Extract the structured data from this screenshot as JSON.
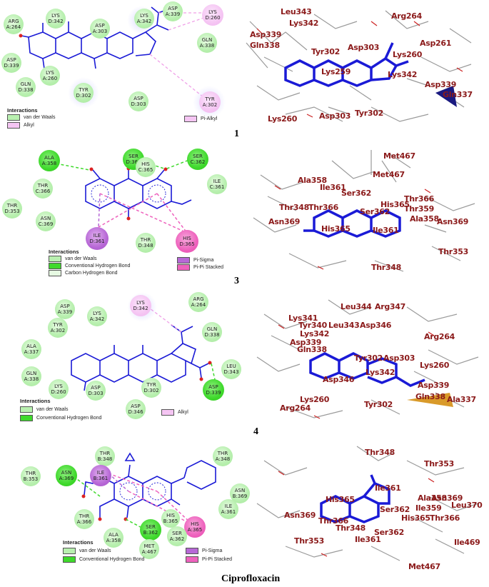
{
  "colors": {
    "ligand": "#1a1ad6",
    "vdw": "#b9f0b0",
    "hbond": "#3fd92c",
    "alkyl": "#f5c5f3",
    "pisigma": "#b768d6",
    "pipi": "#ee62bd",
    "residue_label": "#8b1a1a"
  },
  "legend_title": "Interactions",
  "legend_items": {
    "vdw": "van der Waals",
    "alkyl": "Alkyl",
    "pialkyl": "Pi-Alkyl",
    "hbond": "Conventional Hydrogen Bond",
    "chbond": "Carbon Hydrogen Bond",
    "pisigma": "Pi-Sigma",
    "pipi": "Pi-Pi Stacked"
  },
  "panels": [
    {
      "label": "1",
      "residues": [
        {
          "id": "ARG\nA:264",
          "type": "vdw"
        },
        {
          "id": "LYS\nD:342",
          "type": "vdw"
        },
        {
          "id": "ASP\nA:303",
          "type": "vdw"
        },
        {
          "id": "LYS\nA:342",
          "type": "vdw"
        },
        {
          "id": "ASP\nA:339",
          "type": "vdw"
        },
        {
          "id": "LYS\nD:260",
          "type": "alk"
        },
        {
          "id": "GLN\nA:338",
          "type": "vdw"
        },
        {
          "id": "ASP\nD:339",
          "type": "vdw"
        },
        {
          "id": "LYS\nA:260",
          "type": "vdw"
        },
        {
          "id": "GLN\nD:338",
          "type": "vdw"
        },
        {
          "id": "TYR\nD:302",
          "type": "vdw"
        },
        {
          "id": "ASP\nD:303",
          "type": "vdw"
        },
        {
          "id": "TYR\nA:302",
          "type": "alk"
        }
      ],
      "labels3d": [
        "Leu343",
        "Lys342",
        "Arg264",
        "Asp339",
        "Gln338",
        "Tyr302",
        "Asp303",
        "Asp261",
        "Lys260",
        "Lys259",
        "Lys342",
        "Asp339",
        "Gln337",
        "Lys260",
        "Asp303",
        "Tyr302"
      ]
    },
    {
      "label": "3",
      "residues": [
        {
          "id": "ALA\nA:358",
          "type": "hb"
        },
        {
          "id": "SER\nD:362",
          "type": "hb"
        },
        {
          "id": "HIS\nC:365",
          "type": "vdw"
        },
        {
          "id": "SER\nC:362",
          "type": "hb"
        },
        {
          "id": "THR\nC:366",
          "type": "vdw"
        },
        {
          "id": "ILE\nC:361",
          "type": "vdw"
        },
        {
          "id": "THR\nD:353",
          "type": "vdw"
        },
        {
          "id": "ASN\nC:369",
          "type": "vdw"
        },
        {
          "id": "ILE\nD:361",
          "type": "pis"
        },
        {
          "id": "THR\nD:348",
          "type": "vdw"
        },
        {
          "id": "HIS\nD:365",
          "type": "pipi"
        }
      ],
      "labels3d": [
        "Met467",
        "Met467",
        "Ala358",
        "Ile361",
        "Ser362",
        "Thr366",
        "Thr348",
        "Thr366",
        "His365",
        "Thr359",
        "Ser362",
        "Ala358",
        "Asn369",
        "Asn369",
        "His365",
        "Ile361",
        "Thr353",
        "Thr348"
      ]
    },
    {
      "label": "4",
      "residues": [
        {
          "id": "LYS\nD:342",
          "type": "alk"
        },
        {
          "id": "ARG\nA:264",
          "type": "vdw"
        },
        {
          "id": "ASP\nA:339",
          "type": "vdw"
        },
        {
          "id": "LYS\nA:342",
          "type": "vdw"
        },
        {
          "id": "TYR\nA:302",
          "type": "vdw"
        },
        {
          "id": "GLN\nD:338",
          "type": "vdw"
        },
        {
          "id": "ALA\nA:337",
          "type": "vdw"
        },
        {
          "id": "LEU\nD:343",
          "type": "vdw"
        },
        {
          "id": "GLN\nA:338",
          "type": "vdw"
        },
        {
          "id": "LYS\nD:260",
          "type": "vdw"
        },
        {
          "id": "ASP\nD:303",
          "type": "vdw"
        },
        {
          "id": "TYR\nD:302",
          "type": "vdw"
        },
        {
          "id": "ASP\nD:339",
          "type": "hb"
        },
        {
          "id": "ASP\nD:346",
          "type": "vdw"
        }
      ],
      "labels3d": [
        "Leu344",
        "Arg347",
        "Lys341",
        "Tyr340",
        "Leu343",
        "Asp346",
        "Lys342",
        "Arg264",
        "Asp339",
        "Gln338",
        "Tyr302",
        "Asp303",
        "Lys342",
        "Lys260",
        "Asp346",
        "Asp339",
        "Gln338",
        "Ala337",
        "Lys260",
        "Tyr302",
        "Arg264"
      ]
    },
    {
      "label": "Ciprofloxacin",
      "residues": [
        {
          "id": "THR\nB:348",
          "type": "vdw"
        },
        {
          "id": "THR\nA:348",
          "type": "vdw"
        },
        {
          "id": "ILE\nB:361",
          "type": "pis"
        },
        {
          "id": "THR\nB:353",
          "type": "vdw"
        },
        {
          "id": "ASN\nA:369",
          "type": "hb"
        },
        {
          "id": "ASN\nB:369",
          "type": "vdw"
        },
        {
          "id": "ILE\nA:361",
          "type": "vdw"
        },
        {
          "id": "HIS\nB:365",
          "type": "vdw"
        },
        {
          "id": "THR\nA:366",
          "type": "vdw"
        },
        {
          "id": "SER\nB:362",
          "type": "hb"
        },
        {
          "id": "HIS\nA:365",
          "type": "pipi"
        },
        {
          "id": "ALA\nA:358",
          "type": "vdw"
        },
        {
          "id": "SER\nA:362",
          "type": "vdw"
        },
        {
          "id": "MET\nA:467",
          "type": "vdw"
        }
      ],
      "labels3d": [
        "Thr348",
        "Thr353",
        "Ile361",
        "Ala358",
        "Asn369",
        "Leu370",
        "His365",
        "Ile359",
        "Ser362",
        "His365",
        "Thr366",
        "Asn369",
        "Thr366",
        "Thr348",
        "Ser362",
        "Ile361",
        "Thr353",
        "Ile469",
        "Met467"
      ]
    }
  ]
}
